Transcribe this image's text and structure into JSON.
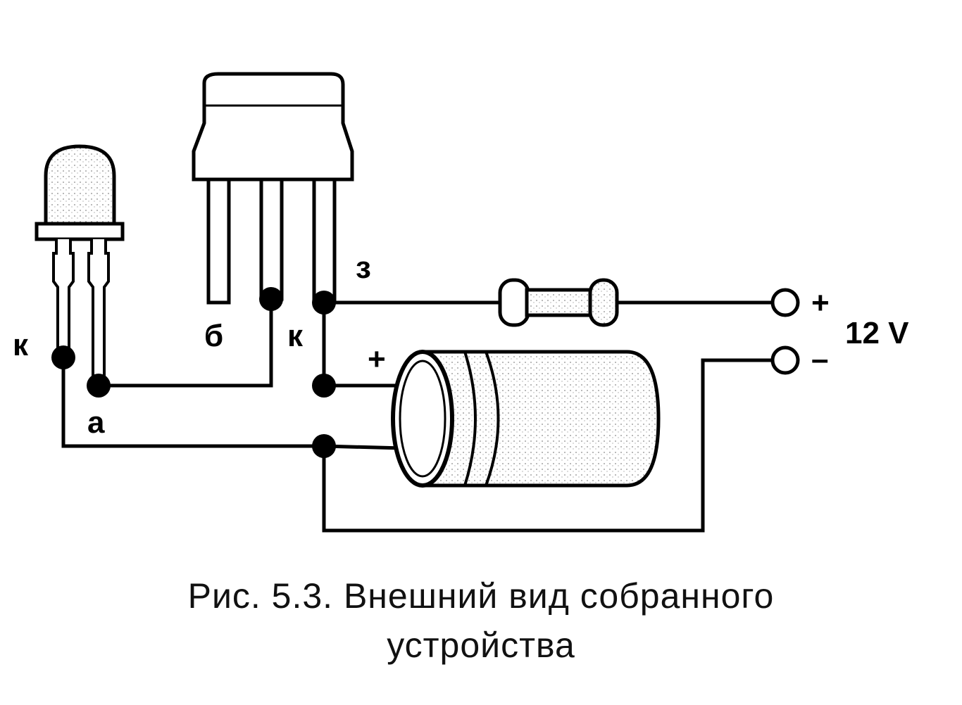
{
  "labels": {
    "led_cathode": "к",
    "led_anode": "а",
    "transistor_base": "б",
    "transistor_collector": "к",
    "transistor_gate": "з",
    "cap_plus": "+",
    "supply_plus": "+",
    "supply_minus": "–",
    "supply_voltage": "12 V"
  },
  "caption": {
    "line1": "Рис. 5.3. Внешний вид собранного",
    "line2": "устройства"
  }
}
